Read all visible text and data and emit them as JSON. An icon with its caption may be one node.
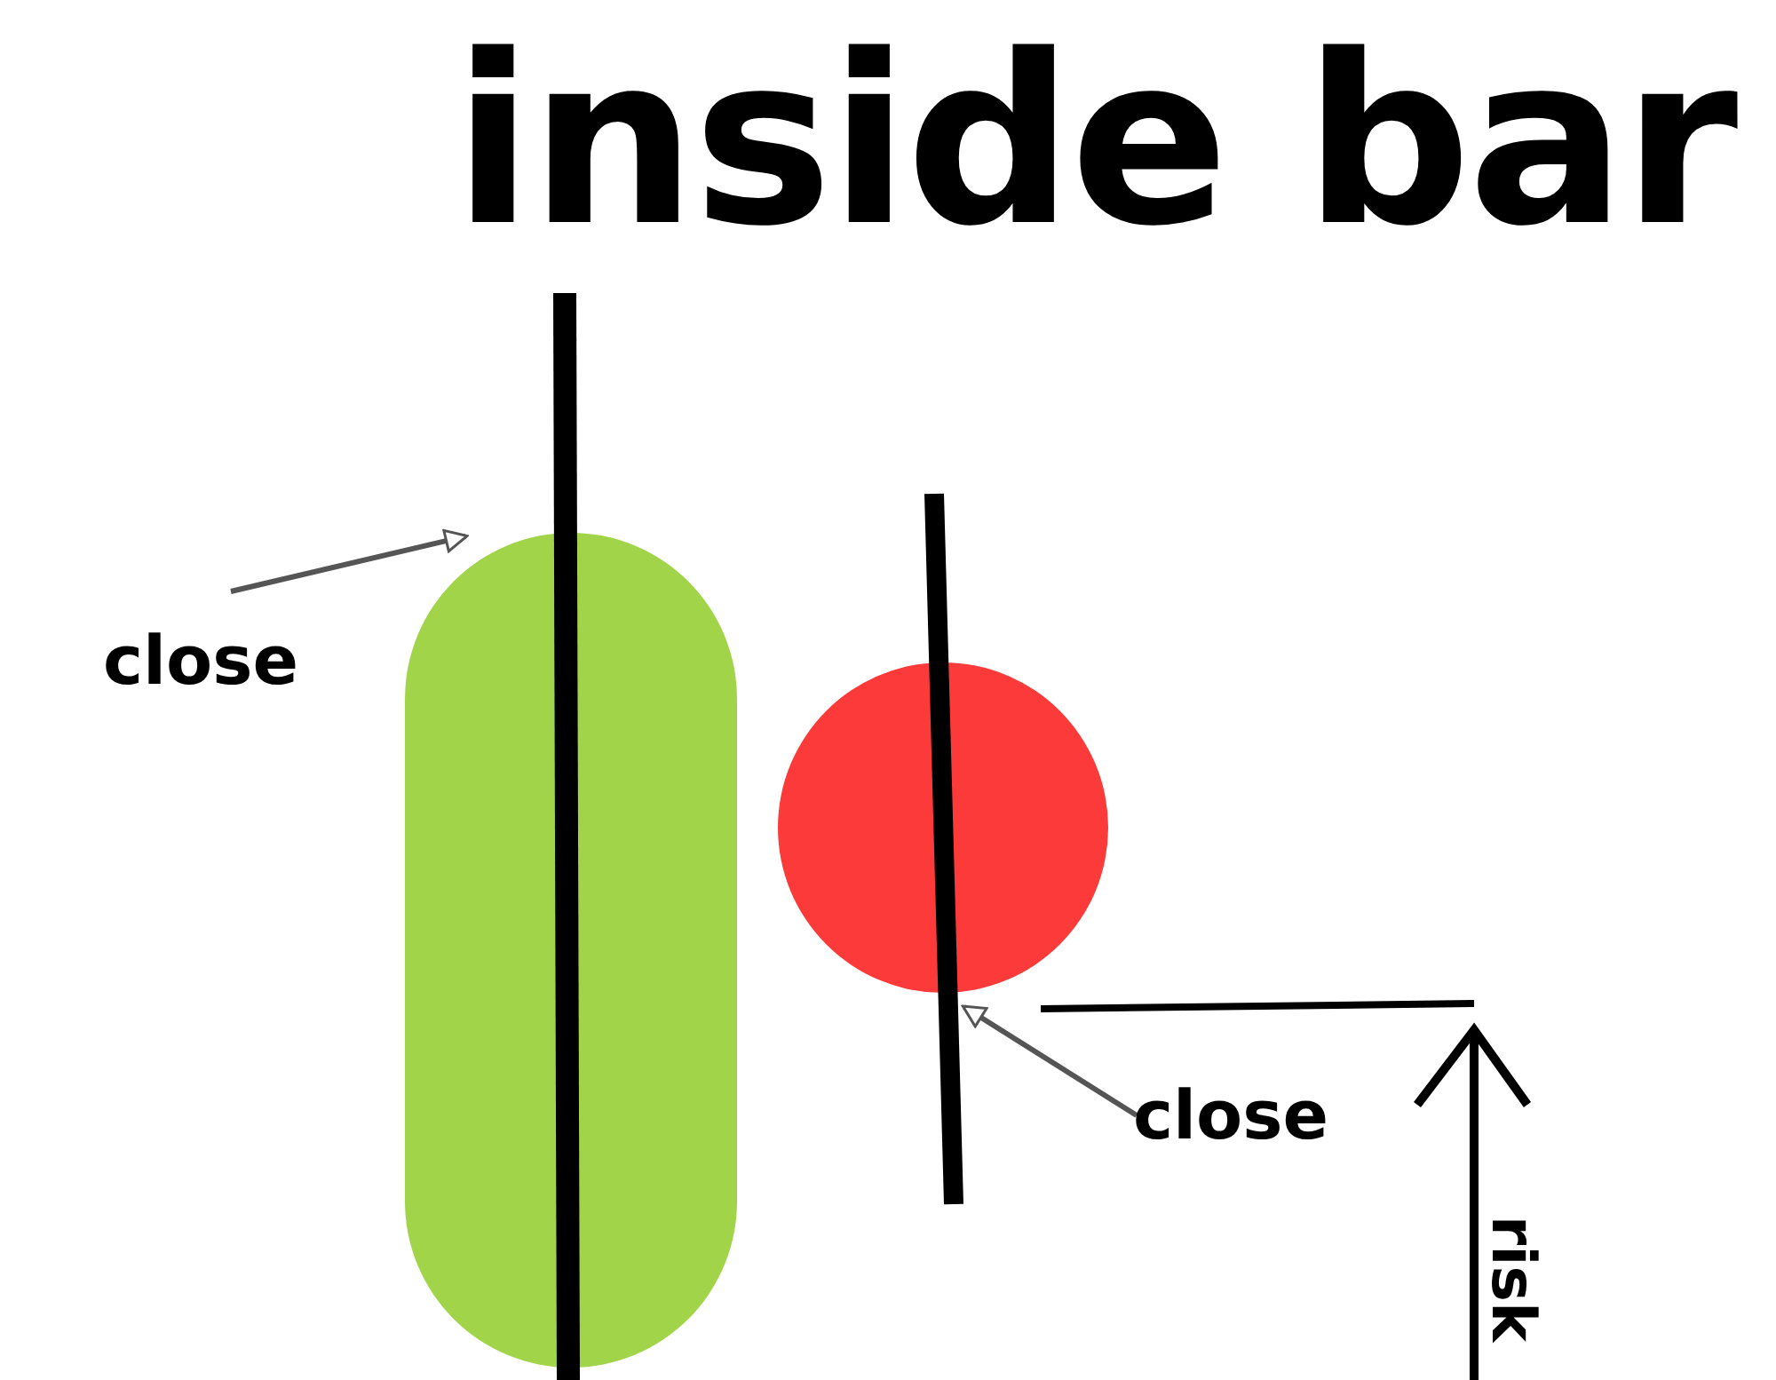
{
  "diagram": {
    "title": "inside bar",
    "nodes": [
      {
        "text": [
          "close"
        ]
      },
      {
        "text": [],
        "shape": "bar"
      },
      {
        "text": [],
        "shape": "circle"
      },
      {
        "text": [
          "close"
        ]
      }
    ],
    "edges": [
      {
        "from": 0,
        "to": 1,
        "arrow": "to"
      },
      {
        "from": 3,
        "to": 2,
        "arrow": "to"
      }
    ],
    "labels": [
      "risk"
    ]
  }
}
